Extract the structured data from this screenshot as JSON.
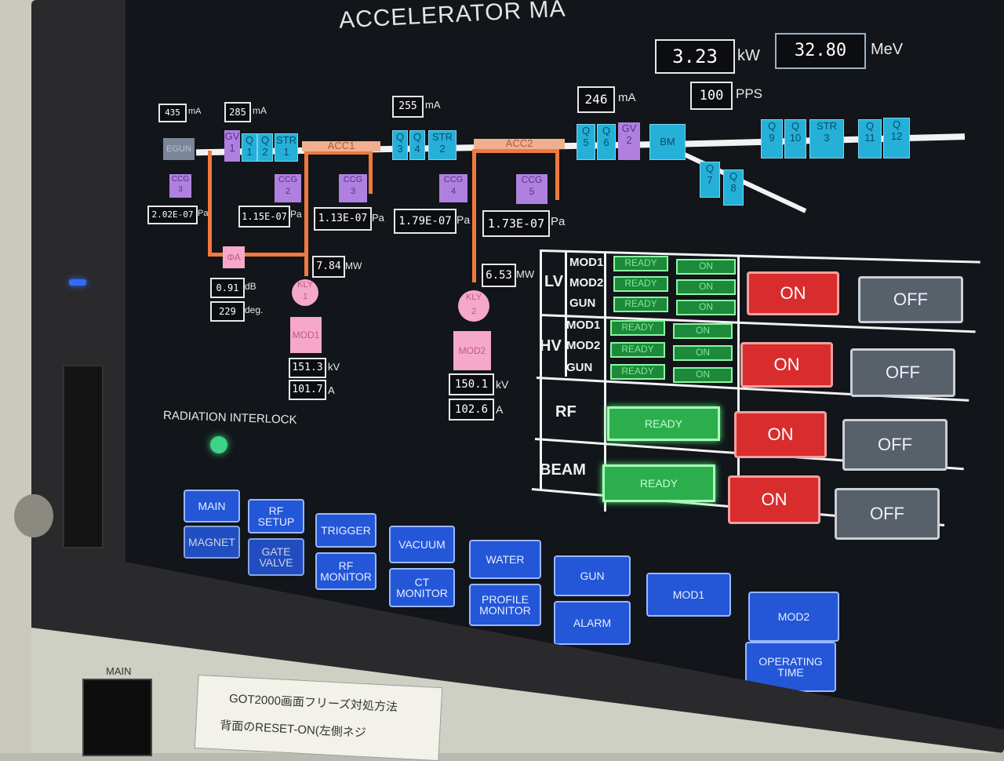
{
  "title": "ACCELERATOR MA",
  "beam": {
    "power_value": "3.23",
    "power_unit": "kW",
    "energy_value": "32.80",
    "energy_unit": "MeV",
    "rate_value": "100",
    "rate_unit": "PPS"
  },
  "currents": [
    {
      "value": "435",
      "unit": "mA"
    },
    {
      "value": "285",
      "unit": "mA"
    },
    {
      "value": "255",
      "unit": "mA"
    },
    {
      "value": "246",
      "unit": "mA"
    }
  ],
  "beamline": {
    "egun": "EGUN",
    "components": [
      {
        "label": "GV\n1"
      },
      {
        "label": "Q\n1"
      },
      {
        "label": "Q\n2"
      },
      {
        "label": "STR\n1"
      },
      {
        "label": "ACC1"
      },
      {
        "label": "Q\n3"
      },
      {
        "label": "Q\n4"
      },
      {
        "label": "STR\n2"
      },
      {
        "label": "ACC2"
      },
      {
        "label": "Q\n5"
      },
      {
        "label": "Q\n6"
      },
      {
        "label": "GV\n2"
      },
      {
        "label": "BM"
      },
      {
        "label": "Q\n9"
      },
      {
        "label": "Q\n10"
      },
      {
        "label": "STR\n3"
      },
      {
        "label": "Q\n11"
      },
      {
        "label": "Q\n12"
      },
      {
        "label": "Q\n7"
      },
      {
        "label": "Q\n8"
      }
    ],
    "ccg": [
      "CCG\n3",
      "CCG\n2",
      "CCG\n3",
      "CCG\n4",
      "CCG\n5"
    ]
  },
  "pressures": [
    {
      "value": "2.02E-07",
      "unit": "Pa"
    },
    {
      "value": "1.15E-07",
      "unit": "Pa"
    },
    {
      "value": "1.13E-07",
      "unit": "Pa"
    },
    {
      "value": "1.79E-07",
      "unit": "Pa"
    },
    {
      "value": "1.73E-07",
      "unit": "Pa"
    }
  ],
  "rf": {
    "phase_label": "ΦA",
    "att_value": "0.91",
    "att_unit": "dB",
    "phase_value": "229",
    "phase_unit": "deg.",
    "kly1_power": "7.84",
    "kly2_power": "6.53",
    "power_unit": "MW",
    "kly1": "KLY\n1",
    "kly2": "KLY\n2",
    "mod1": "MOD1",
    "mod2": "MOD2",
    "mod1_kv": "151.3",
    "mod1_a": "101.7",
    "mod2_kv": "150.1",
    "mod2_a": "102.6",
    "kv_unit": "kV",
    "a_unit": "A"
  },
  "interlock": {
    "label": "RADIATION INTERLOCK"
  },
  "status": {
    "lv_label": "LV",
    "hv_label": "HV",
    "rf_label": "RF",
    "beam_label": "BEAM",
    "rows": [
      {
        "name": "MOD1",
        "ready": "READY",
        "on": "ON"
      },
      {
        "name": "MOD2",
        "ready": "READY",
        "on": "ON"
      },
      {
        "name": "GUN",
        "ready": "READY",
        "on": "ON"
      }
    ],
    "rf_ready": "READY",
    "beam_ready": "READY",
    "on_label": "ON",
    "off_label": "OFF"
  },
  "nav": {
    "main": "MAIN",
    "magnet": "MAGNET",
    "rf_setup": "RF SETUP",
    "gate_valve": "GATE VALVE",
    "trigger": "TRIGGER",
    "rf_monitor": "RF MONITOR",
    "vacuum": "VACUUM",
    "ct_monitor": "CT MONITOR",
    "water": "WATER",
    "profile_monitor": "PROFILE MONITOR",
    "gun": "GUN",
    "alarm": "ALARM",
    "mod1": "MOD1",
    "mod2": "MOD2",
    "operating_time": "OPERATING TIME"
  },
  "hardware": {
    "main_label": "MAIN",
    "sticker_line1": "GOT2000画面フリーズ対処方法",
    "sticker_line2": "背面のRESET-ON(左側ネジ"
  },
  "colors": {
    "bg": "#121519",
    "quad": "#25b0d8",
    "accent_red": "#d92c2c",
    "nav_blue": "#2456d8",
    "ready_green": "#2cae4d"
  }
}
